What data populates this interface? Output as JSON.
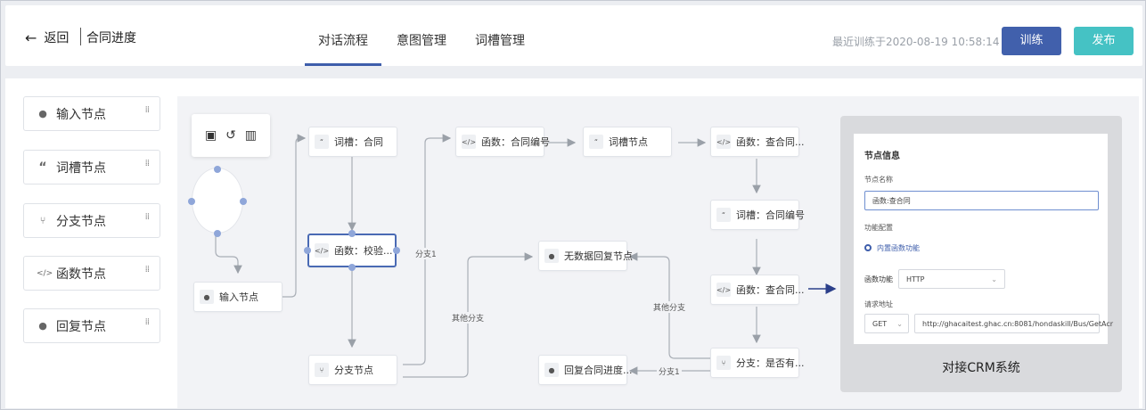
{
  "header": {
    "back_label": "返回",
    "title": "合同进度",
    "tabs": [
      {
        "label": "对话流程",
        "active": true
      },
      {
        "label": "意图管理",
        "active": false
      },
      {
        "label": "词槽管理",
        "active": false
      }
    ],
    "last_trained": "最近训练于2020-08-19 10:58:14",
    "train_label": "训练",
    "publish_label": "发布"
  },
  "palette": [
    {
      "label": "输入节点",
      "icon": "user-icon"
    },
    {
      "label": "词槽节点",
      "icon": "quote-icon"
    },
    {
      "label": "分支节点",
      "icon": "branch-icon"
    },
    {
      "label": "函数节点",
      "icon": "code-icon"
    },
    {
      "label": "回复节点",
      "icon": "chat-icon"
    }
  ],
  "nodes": {
    "input": "输入节点",
    "slot_contract": "词槽：合同",
    "func_verify": "函数：校验...",
    "branch": "分支节点",
    "func_contract_no": "函数：合同编号",
    "slot_node": "词槽节点",
    "func_query_1": "函数：查合同...",
    "slot_contract_no": "词槽：合同编号",
    "func_query_2": "函数：查合同...",
    "branch_whether": "分支：是否有...",
    "no_data_reply": "无数据回复节点",
    "reply_progress": "回复合同进度..."
  },
  "edge_labels": {
    "branch1_a": "分支1",
    "other_branch_a": "其他分支",
    "other_branch_b": "其他分支",
    "branch1_b": "分支1"
  },
  "crm": {
    "section_title": "节点信息",
    "node_name_label": "节点名称",
    "node_name_value": "函数:查合同",
    "function_config_label": "功能配置",
    "builtin_option": "内置函数功能",
    "function_label": "函数功能",
    "function_value": "HTTP",
    "request_url_label": "请求地址",
    "method_value": "GET",
    "url_value": "http://ghacaitest.ghac.cn:8081/hondaskill/Bus/GetAcr",
    "caption": "对接CRM系统"
  }
}
